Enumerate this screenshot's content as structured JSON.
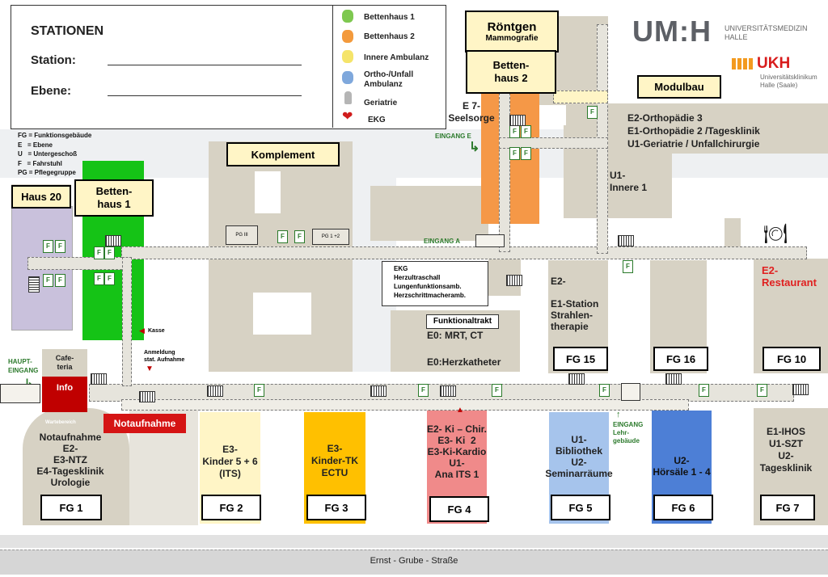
{
  "form": {
    "title": "STATIONEN",
    "station_label": "Station:",
    "ebene_label": "Ebene:"
  },
  "legend": {
    "items": [
      {
        "icon": "green-footprint-icon",
        "color": "#7ec850",
        "label": "Bettenhaus 1"
      },
      {
        "icon": "orange-footprint-icon",
        "color": "#f39a3c",
        "label": "Bettenhaus 2"
      },
      {
        "icon": "yellow-footprint-icon",
        "color": "#f5e46a",
        "label": "Innere Ambulanz"
      },
      {
        "icon": "blue-footprint-icon",
        "color": "#7fa8dc",
        "label": "Ortho-/Unfall Ambulanz"
      },
      {
        "icon": "person-icon",
        "color": "#999999",
        "label": "Geriatrie"
      },
      {
        "icon": "heart-icon",
        "color": "#d01c1c",
        "label": "EKG"
      }
    ]
  },
  "abbreviations": [
    "FG = Funktionsgebäude",
    "E   = Ebene",
    "U   = Untergeschoß",
    "F   = Fahrstuhl",
    "PG = Pflegegruppe"
  ],
  "logos": {
    "umh_letters": "UM:H",
    "umh_text_1": "UNIVERSITÄTSMEDIZIN",
    "umh_text_2": "HALLE",
    "ukh_letters": "UKH",
    "ukh_text_1": "Universitätsklinikum",
    "ukh_text_2": "Halle (Saale)"
  },
  "buildings": {
    "haus20": "Haus 20",
    "bettenhaus1": "Betten-\nhaus 1",
    "komplement": "Komplement",
    "roentgen": "Röntgen",
    "mammografie": "Mammografie",
    "bettenhaus2": "Betten-\nhaus 2",
    "modulbau": "Modulbau",
    "funktionaltrakt": "Funktionaltrakt",
    "notaufnahme": "Notaufnahme",
    "info": "Info"
  },
  "labels": {
    "seelsorge": "E 7-\nSeelsorge",
    "eingang_e": "EINGANG E",
    "eingang_a": "EINGANG A",
    "modulbau_floors": "E2-Orthopädie 3\nE1-Orthopädie 2 /Tagesklinik\nU1-Geriatrie / Unfallchirurgie",
    "innere1": "U1-\nInnere 1",
    "pg3": "PG III",
    "pg12": "PG 1 +2",
    "ekg_box": "EKG\nHerzultraschall\nLungenfunktionsamb.\nHerzschrittmacheramb.",
    "funktional_e0": "E0: MRT, CT",
    "herzkatheter": "E0:Herzkatheter",
    "fg15_text": "E2-\n\nE1-Station\nStrahlen-\ntherapie",
    "restaurant": "E2-\nRestaurant",
    "haupteingang": "HAUPT-\nEINGANG",
    "cafeteria": "Cafe-\nteria",
    "kasse": "Kasse",
    "anmeldung": "Anmeldung\nstat. Aufnahme",
    "wartebereich": "Wartebereich",
    "fg1_text": "Notaufnahme\nE2-\nE3-NTZ\nE4-Tagesklinik\nUrologie",
    "fg2_text": "E3-\nKinder 5 + 6\n(ITS)",
    "fg3_text": "E3-\nKinder-TK\nECTU",
    "fg4_text": "E2- Ki – Chir.\nE3- Ki  2\nE3-Ki-Kardio\nU1-\nAna ITS 1",
    "fg5_text": "U1-\nBibliothek\nU2-\nSeminarräume",
    "fg6_text": "U2-\nHörsäle 1 - 4",
    "fg7_text": "E1-IHOS\nU1-SZT\nU2-\nTagesklinik",
    "eingang_lehr": "EINGANG\nLehr-\ngebäude",
    "street": "Ernst - Grube - Straße"
  },
  "fg_labels": {
    "fg1": "FG 1",
    "fg2": "FG 2",
    "fg3": "FG 3",
    "fg4": "FG 4",
    "fg5": "FG 5",
    "fg6": "FG 6",
    "fg7": "FG 7",
    "fg10": "FG 10",
    "fg15": "FG 15",
    "fg16": "FG 16"
  },
  "elevator_letter": "F",
  "colors": {
    "bettenhaus1": "#15c316",
    "bettenhaus2": "#f59847",
    "haus20": "#c9c1dc",
    "notaufnahme": "#d51414",
    "fg3": "#ffc000",
    "fg4": "#f08a8a",
    "fg5": "#a6c4ec",
    "fg6": "#4d7fd6",
    "fg2": "#fff5c6",
    "building": "#d7d2c4",
    "restaurant_text": "#e02020"
  }
}
